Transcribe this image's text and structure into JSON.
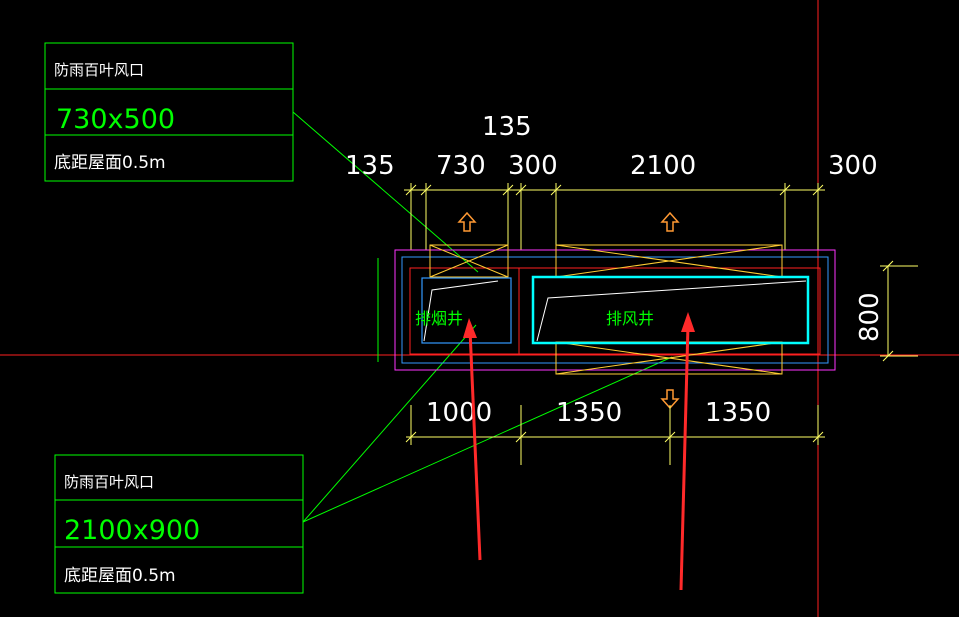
{
  "top_callout": {
    "row1": "防雨百叶风口",
    "row2": "730x500",
    "row3": "底距屋面0.5m"
  },
  "bottom_callout": {
    "row1": "防雨百叶风口",
    "row2": "2100x900",
    "row3": "底距屋面0.5m"
  },
  "dimensions": {
    "top_overall": "135",
    "top_segments": [
      "135",
      "730",
      "300",
      "2100",
      "300"
    ],
    "bottom_segments": [
      "1000",
      "1350",
      "1350"
    ],
    "right_height": "800"
  },
  "rooms": {
    "left_label": "排烟井",
    "right_label": "排风井"
  },
  "colors": {
    "background": "#000000",
    "frame_green": "#00ff00",
    "dim_yellow": "#ffff66",
    "axis_red": "#ff2020",
    "outline_magenta": "#ff33ff",
    "outline_blue": "#3399ff",
    "cyan": "#00ffff",
    "arrow_orange": "#ff9933",
    "pointer_red": "#ff2a2a"
  }
}
